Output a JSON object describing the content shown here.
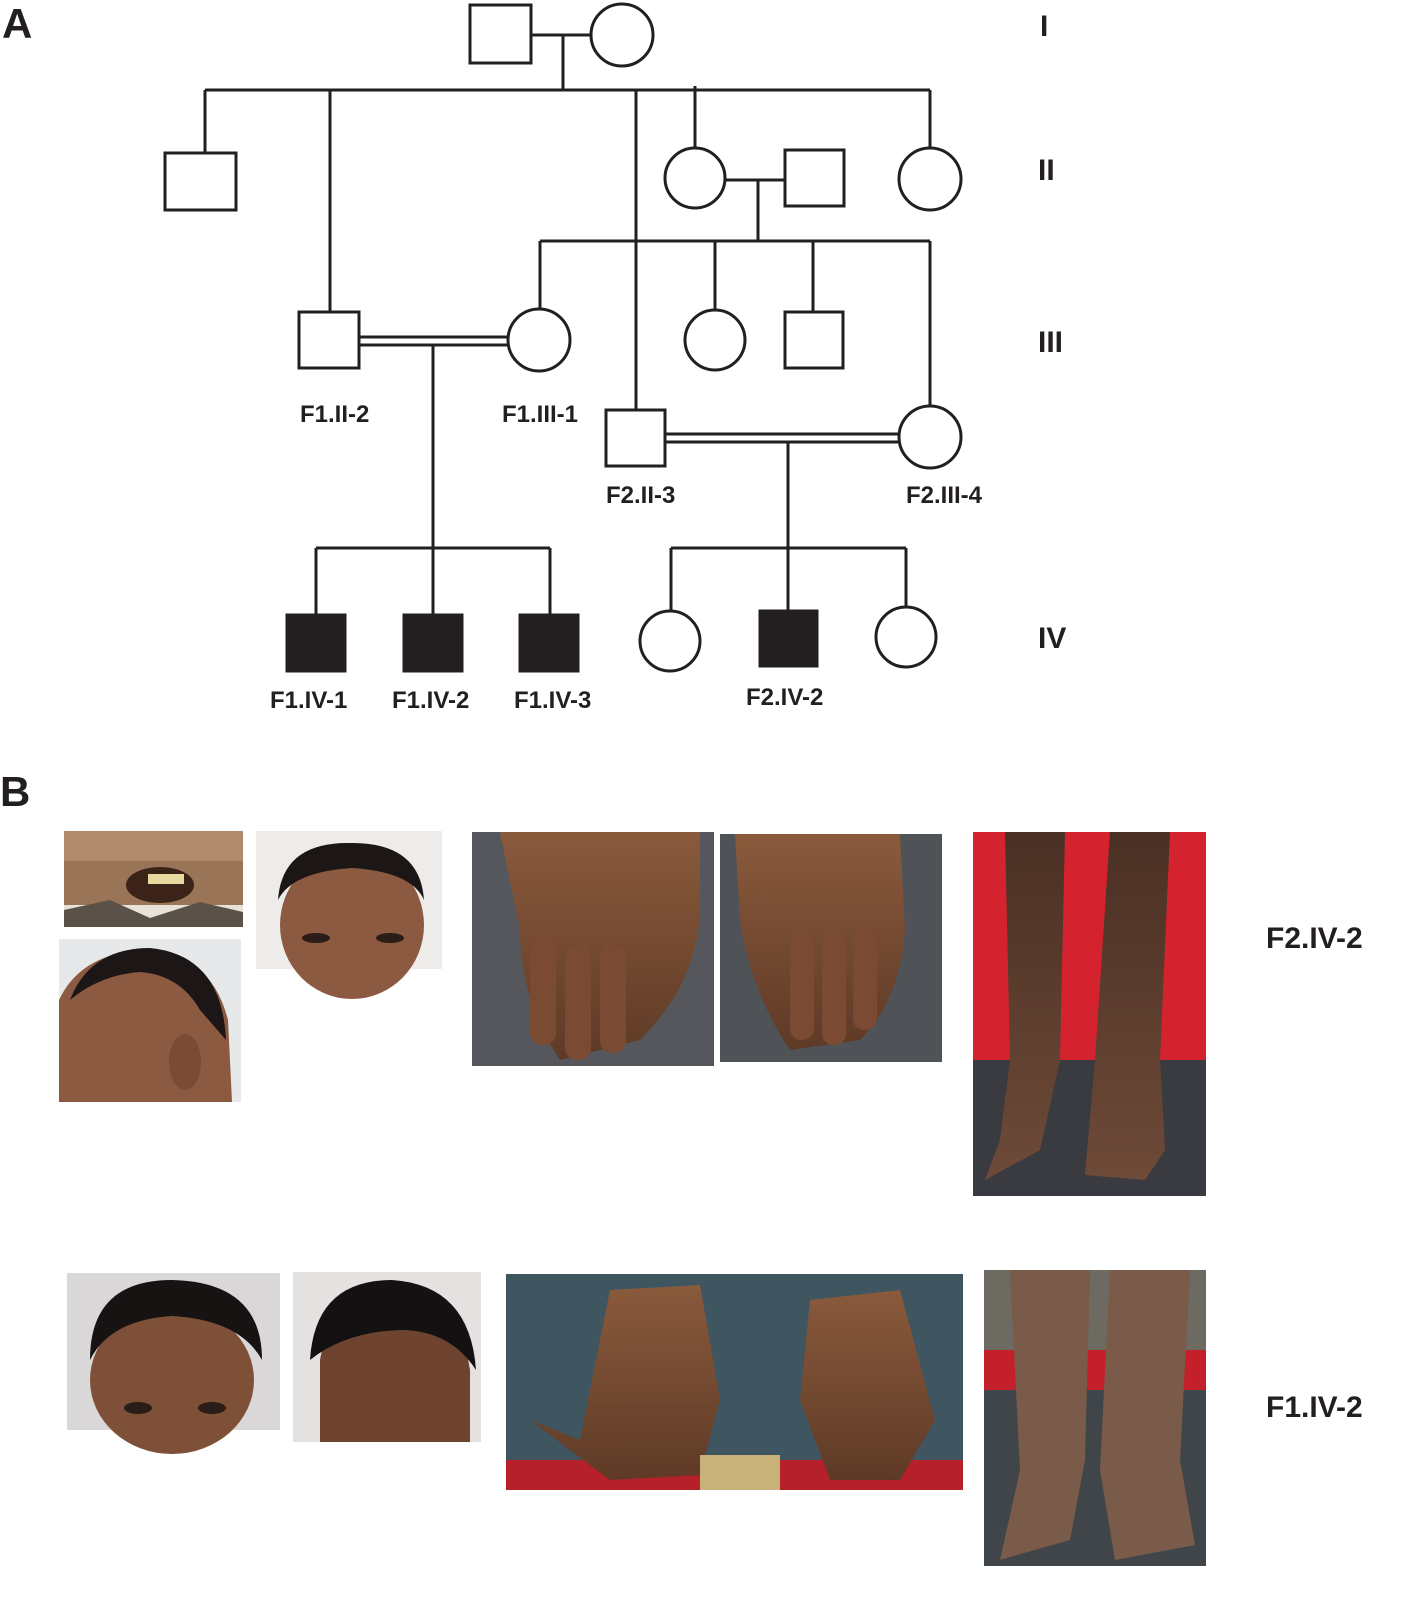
{
  "panels": {
    "a": "A",
    "b": "B"
  },
  "generations": [
    "I",
    "II",
    "III",
    "IV"
  ],
  "individual_labels": {
    "f1_ii_2": "F1.II-2",
    "f1_iii_1": "F1.III-1",
    "f2_ii_3": "F2.II-3",
    "f2_iii_4": "F2.III-4",
    "f1_iv_1": "F1.IV-1",
    "f1_iv_2": "F1.IV-2",
    "f1_iv_3": "F1.IV-3",
    "f2_iv_2": "F2.IV-2"
  },
  "photo_rows": [
    {
      "label": "F2.IV-2"
    },
    {
      "label": "F1.IV-2"
    }
  ],
  "colors": {
    "ink": "#231f20",
    "affected_fill": "#231f20",
    "background": "#ffffff"
  },
  "affected_status": {
    "F1.IV-1": "affected",
    "F1.IV-2": "affected",
    "F1.IV-3": "affected",
    "F2.IV-2": "affected"
  }
}
